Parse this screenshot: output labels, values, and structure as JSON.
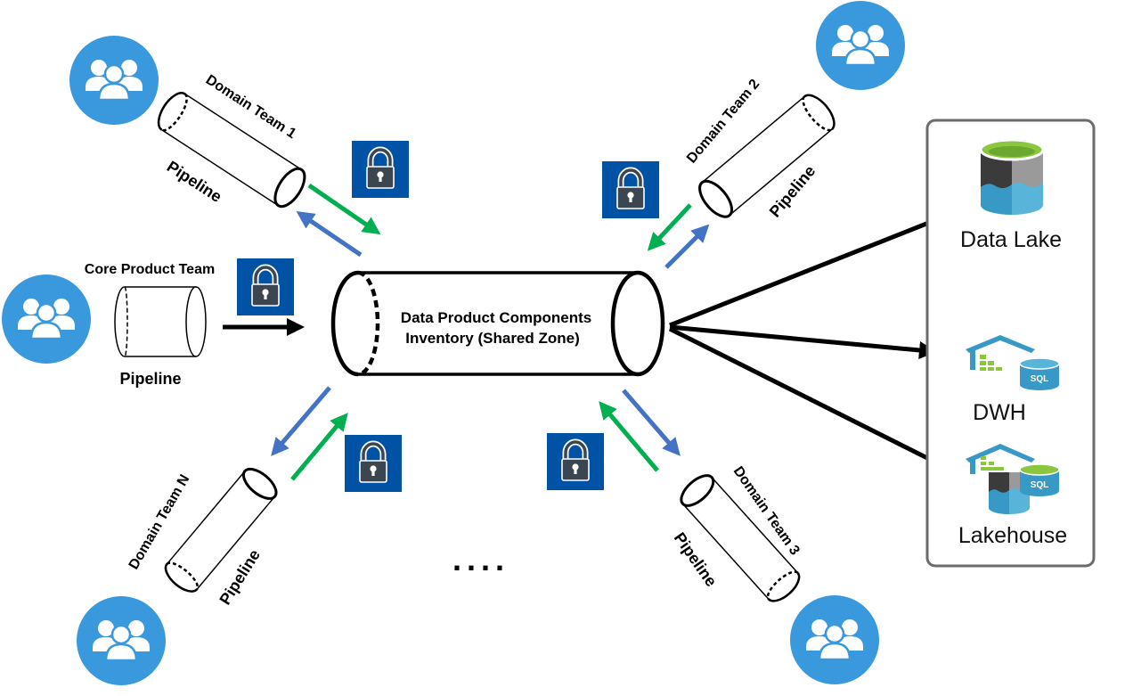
{
  "diagram": {
    "central": {
      "line1": "Data Product Components",
      "line2": "Inventory (Shared Zone)"
    },
    "teams": [
      {
        "id": "domain-team-1",
        "label": "Domain Team 1",
        "pipeline_label": "Pipeline"
      },
      {
        "id": "domain-team-2",
        "label": "Domain Team 2",
        "pipeline_label": "Pipeline"
      },
      {
        "id": "core-product-team",
        "label": "Core Product Team",
        "pipeline_label": "Pipeline"
      },
      {
        "id": "domain-team-n",
        "label": "Domain Team N",
        "pipeline_label": "Pipeline"
      },
      {
        "id": "domain-team-3",
        "label": "Domain Team 3",
        "pipeline_label": "Pipeline"
      }
    ],
    "ellipsis": "....",
    "storage": [
      {
        "label": "Data Lake",
        "icon": "data-lake-icon"
      },
      {
        "label": "DWH",
        "icon": "data-warehouse-sql-icon"
      },
      {
        "label": "Lakehouse",
        "icon": "lakehouse-icon"
      }
    ],
    "icons": {
      "team": "people-group-icon",
      "lock": "padlock-icon"
    },
    "colors": {
      "team_circle": "#3a98dc",
      "lock_bg": "#0052a4",
      "lock_body": "#3c4650",
      "arrow_out": "#00b050",
      "arrow_in": "#4472c4",
      "arrow_black": "#000000",
      "storage_border": "#6b6b6b",
      "lake_top": "#8cc63f",
      "lake_dark": "#3b3b3b",
      "lake_gray": "#9a9a9a",
      "lake_blue": "#3999c6",
      "lake_blue_light": "#59b4d9"
    }
  }
}
